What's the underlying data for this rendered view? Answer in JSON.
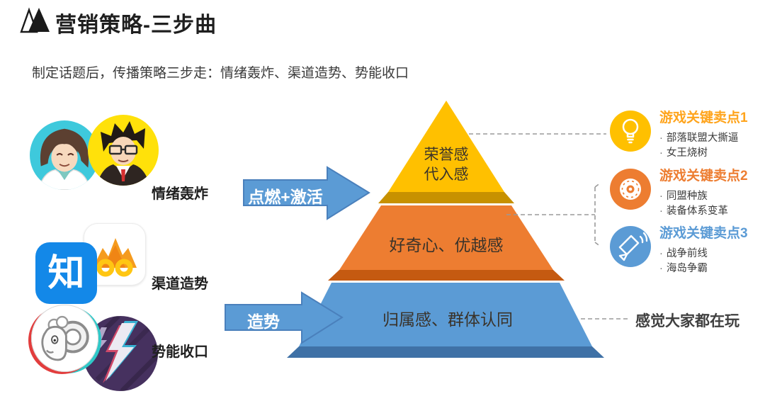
{
  "header": {
    "logo": "mountain-logo",
    "title": "营销策略-三步曲",
    "subtitle": "制定话题后，传播策略三步走：情绪轰炸、渠道造势、势能收口"
  },
  "steps": [
    {
      "label": "情绪轰炸",
      "icons": [
        "avatar-boy-cyan",
        "avatar-man-glasses-yellow"
      ]
    },
    {
      "label": "渠道造势",
      "icons": [
        "zhihu-app-icon",
        "flame-app-icon"
      ],
      "zhihu_glyph": "知"
    },
    {
      "label": "势能收口",
      "icons": [
        "goat-badge",
        "glitch-lightning-badge"
      ]
    }
  ],
  "arrows": [
    {
      "label": "点燃+激活",
      "color": "#5B9BD5",
      "border": "#4a80bc"
    },
    {
      "label": "造势",
      "color": "#5B9BD5",
      "border": "#4a80bc"
    }
  ],
  "pyramid": {
    "levels": [
      {
        "lines": [
          "荣誉感",
          "代入感"
        ],
        "color": "#FFC000",
        "edge_color": "#C79100"
      },
      {
        "lines": [
          "好奇心、优越感"
        ],
        "color": "#ED7D31",
        "edge_color": "#C55A11"
      },
      {
        "lines": [
          "归属感、群体认同"
        ],
        "color": "#5B9BD5",
        "edge_color": "#3F71A6"
      }
    ]
  },
  "callouts": [
    {
      "title": "游戏关键卖点1",
      "color": "#FFA41C",
      "circle_color": "#FFC000",
      "icon": "lightbulb-icon",
      "bullets": [
        "部落联盟大撕逼",
        "女王烧树"
      ]
    },
    {
      "title": "游戏关键卖点2",
      "color": "#ED7D31",
      "circle_color": "#ED7D31",
      "icon": "disc-icon",
      "bullets": [
        "同盟种族",
        "装备体系变革"
      ]
    },
    {
      "title": "游戏关键卖点3",
      "color": "#5B9BD5",
      "circle_color": "#5B9BD5",
      "icon": "megaphone-icon",
      "bullets": [
        "战争前线",
        "海岛争霸"
      ]
    }
  ],
  "bottom_note": "感觉大家都在玩"
}
